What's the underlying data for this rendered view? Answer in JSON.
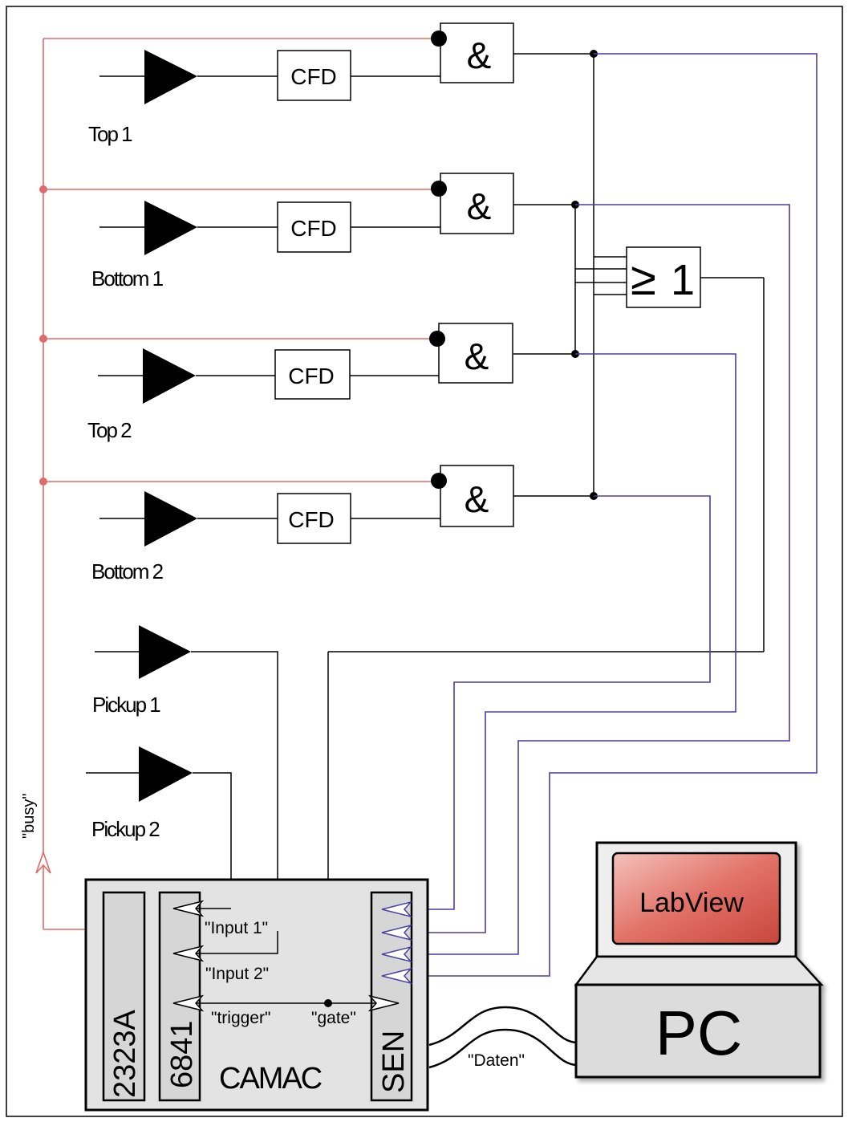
{
  "diagram": {
    "channels": [
      {
        "label": "Top 1",
        "cfd": "CFD",
        "gate": "&"
      },
      {
        "label": "Bottom 1",
        "cfd": "CFD",
        "gate": "&"
      },
      {
        "label": "Top 2",
        "cfd": "CFD",
        "gate": "&"
      },
      {
        "label": "Bottom 2",
        "cfd": "CFD",
        "gate": "&"
      }
    ],
    "or_gate": {
      "sym": "≥",
      "num": "1"
    },
    "pickups": [
      "Pickup 1",
      "Pickup 2"
    ],
    "busy_label": "\"busy\"",
    "camac": {
      "title": "CAMAC",
      "module_2323a": "2323A",
      "module_6841": "6841",
      "module_sen": "SEN",
      "input1": "\"Input 1\"",
      "input2": "\"Input 2\"",
      "trigger": "\"trigger\"",
      "gate": "\"gate\""
    },
    "daten_label": "\"Daten\"",
    "pc": {
      "screen_label": "LabView",
      "label": "PC"
    },
    "colors": {
      "busy_line": "#e06a6a",
      "data_line": "#4a3f9e",
      "screen": "#d9564a"
    }
  }
}
